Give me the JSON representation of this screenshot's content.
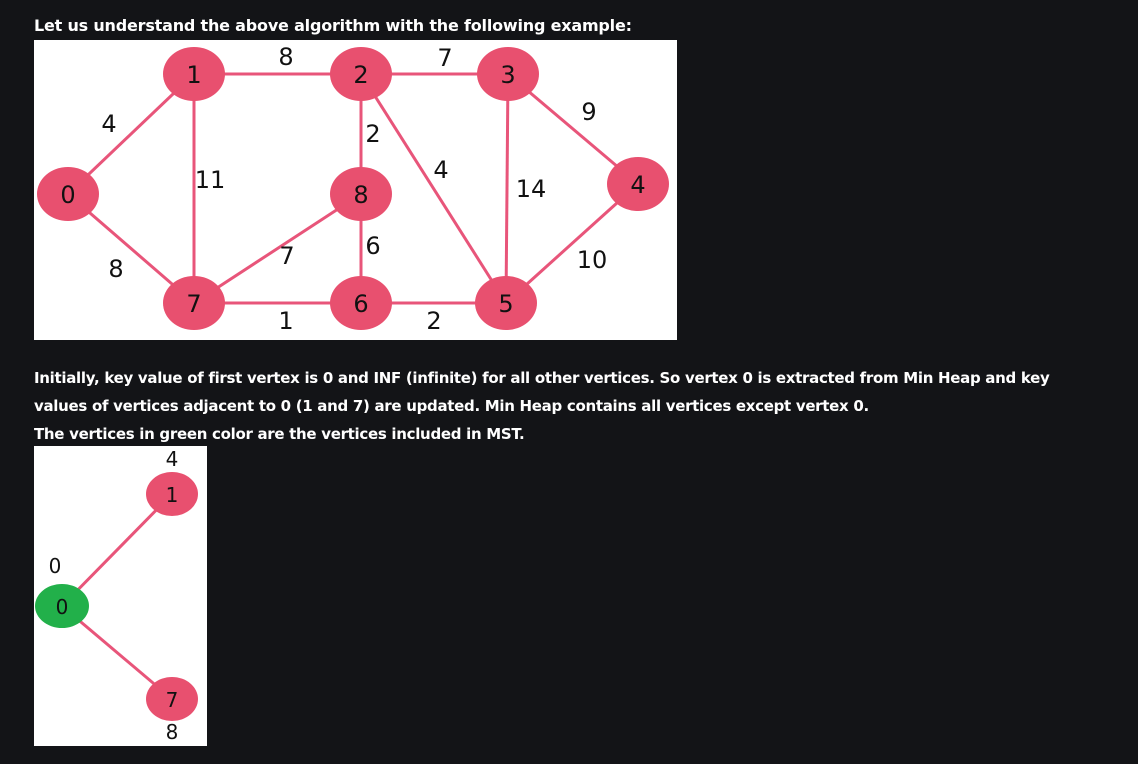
{
  "intro": "Let us understand the above algorithm with the following example:",
  "graph": {
    "nodes": [
      "0",
      "1",
      "2",
      "3",
      "4",
      "5",
      "6",
      "7",
      "8"
    ],
    "weights": [
      "4",
      "8",
      "8",
      "11",
      "7",
      "2",
      "4",
      "9",
      "14",
      "10",
      "2",
      "6",
      "1",
      "7"
    ]
  },
  "paragraphs": [
    "Initially, key value of first vertex is 0 and INF (infinite) for all other vertices. So vertex 0 is extracted from Min Heap and key values of vertices adjacent to 0 (1 and 7) are updated. Min Heap contains all vertices except vertex 0.",
    "The vertices in green color are the vertices included in MST."
  ],
  "mst_step": {
    "nodes": [
      "0",
      "1",
      "7"
    ],
    "keys": [
      "0",
      "4",
      "8"
    ],
    "colors": {
      "included": "#22b04a",
      "pending": "#e8506f",
      "edge": "#e8557a"
    }
  }
}
